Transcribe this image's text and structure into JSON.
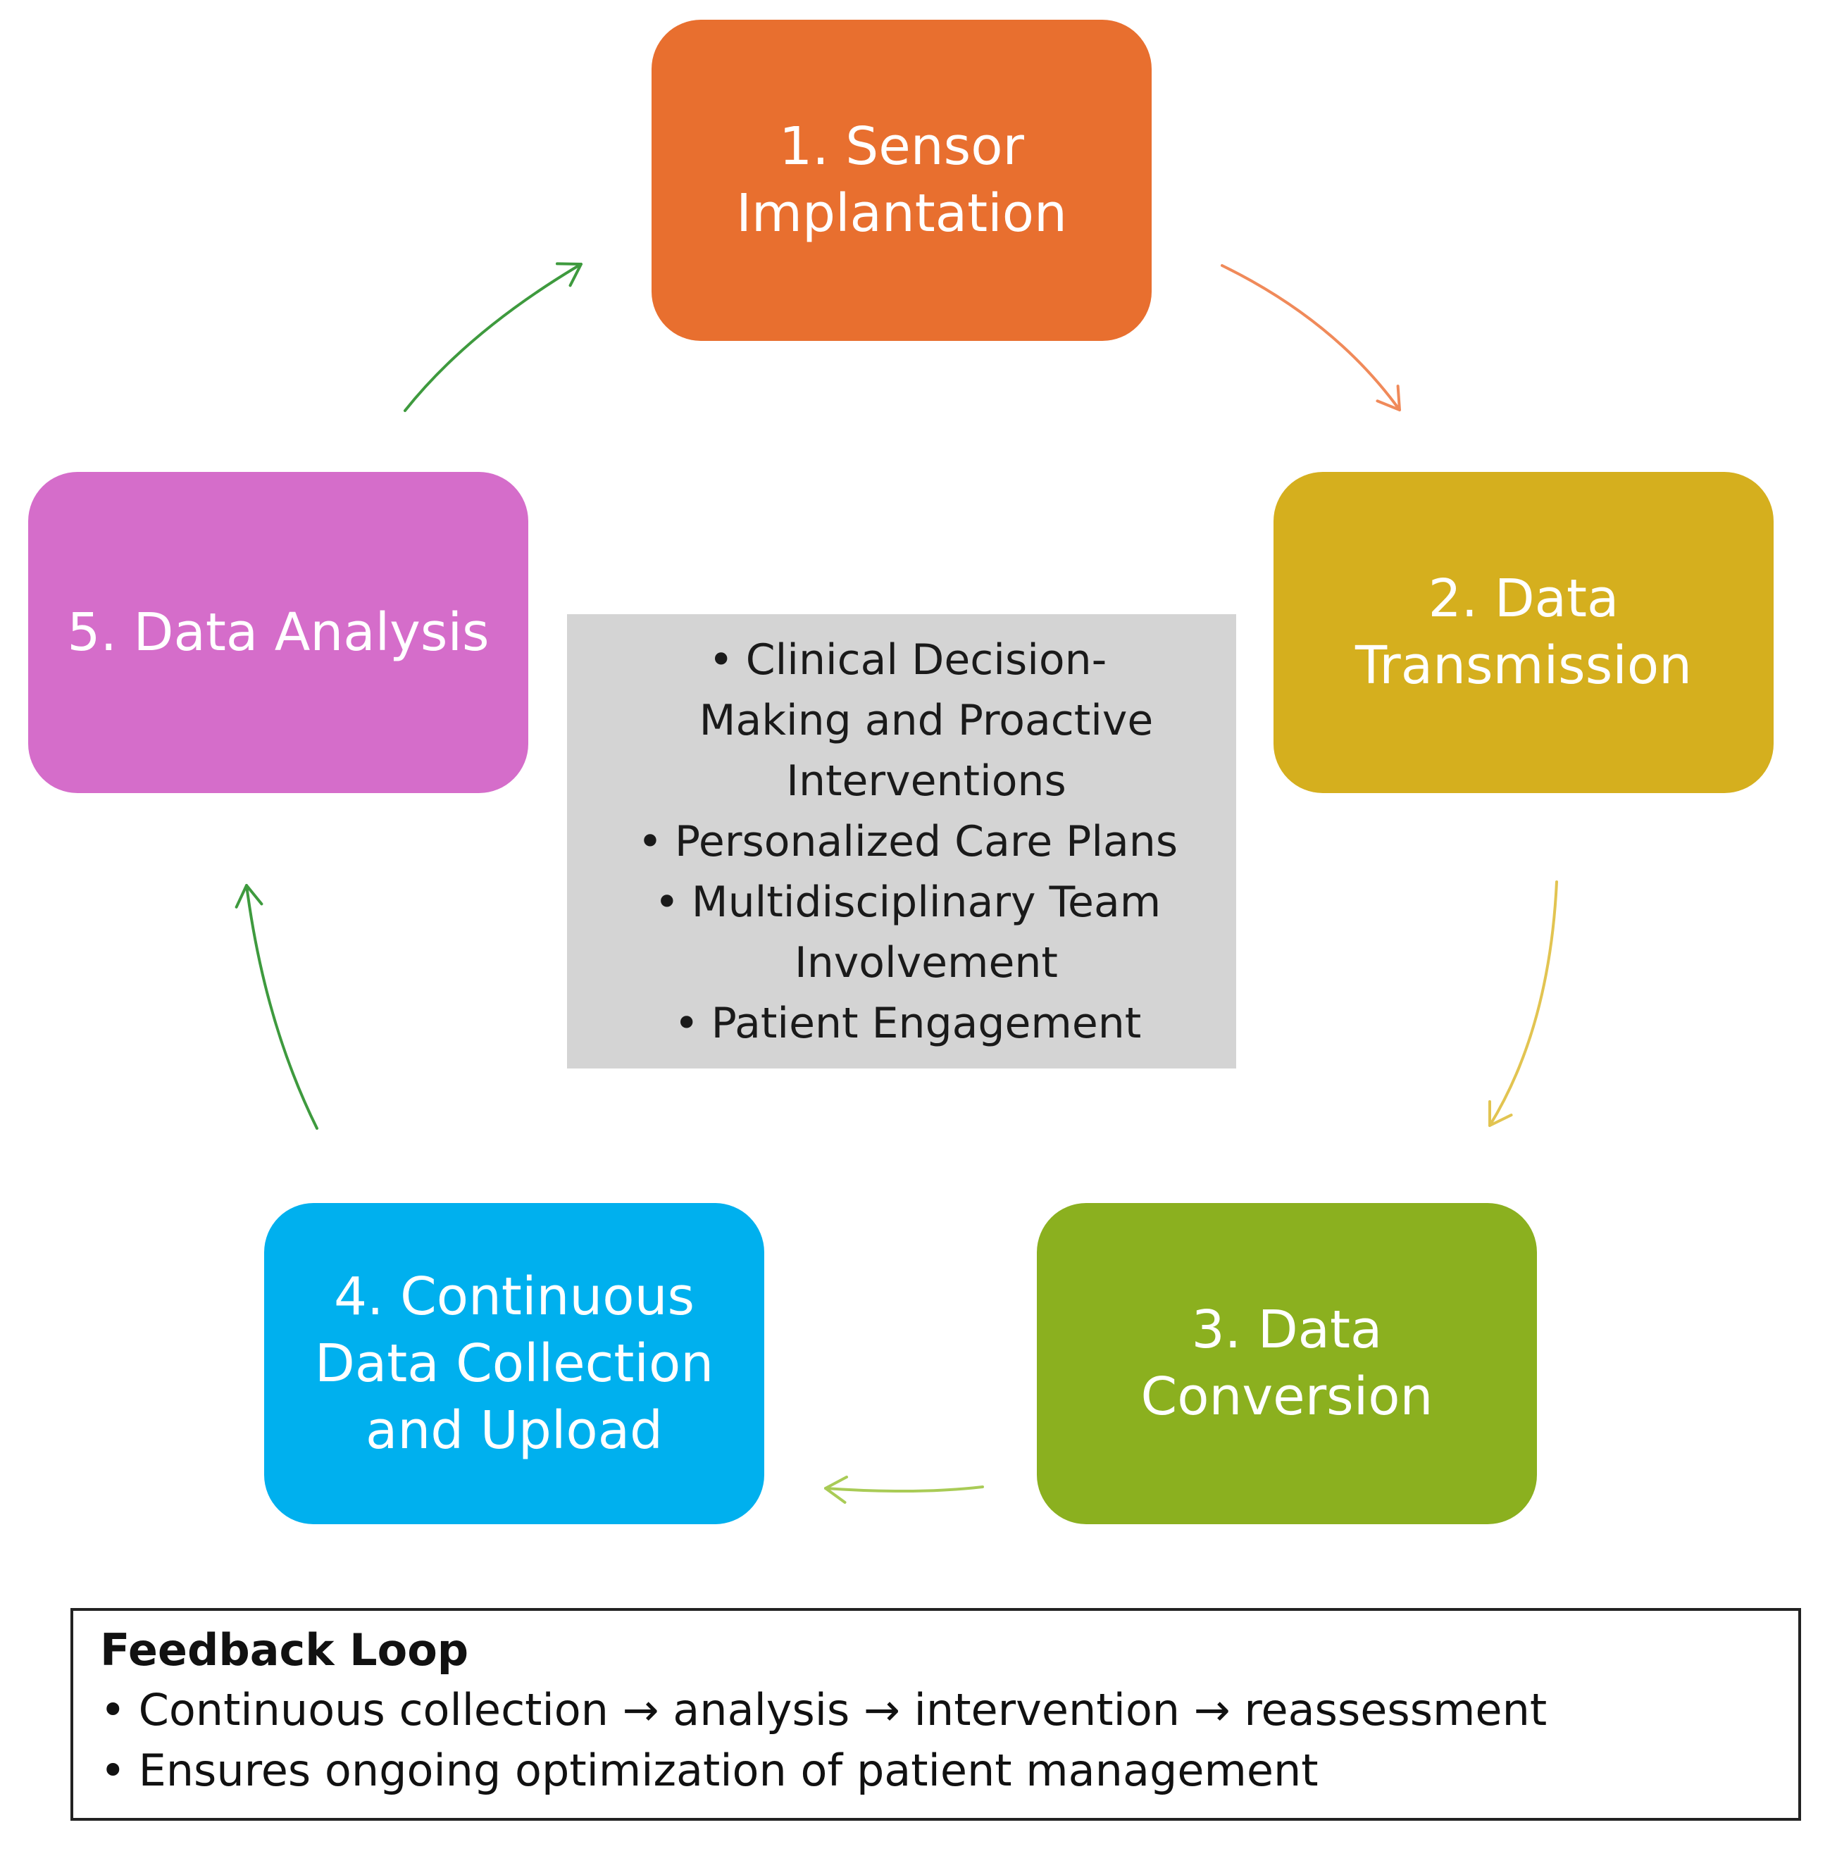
{
  "steps": [
    {
      "id": "sensor-implantation",
      "lines": [
        "1. Sensor",
        "Implantation"
      ],
      "color": "#E86F2F"
    },
    {
      "id": "data-transmission",
      "lines": [
        "2. Data",
        "Transmission"
      ],
      "color": "#D5AF1E"
    },
    {
      "id": "data-conversion",
      "lines": [
        "3. Data",
        "Conversion"
      ],
      "color": "#8BB01F"
    },
    {
      "id": "continuous-data-collection",
      "lines": [
        "4. Continuous",
        "Data Collection",
        "and Upload"
      ],
      "color": "#00B0EE"
    },
    {
      "id": "data-analysis",
      "lines": [
        "5. Data Analysis"
      ],
      "color": "#D56DCA"
    }
  ],
  "center_box": {
    "background": "#D4D4D4",
    "bullet": "•",
    "items": [
      {
        "lines": [
          "Clinical Decision-",
          "Making and Proactive",
          "Interventions"
        ]
      },
      {
        "lines": [
          "Personalized Care Plans"
        ]
      },
      {
        "lines": [
          "Multidisciplinary Team",
          "Involvement"
        ]
      },
      {
        "lines": [
          "Patient Engagement"
        ]
      }
    ]
  },
  "arrows": [
    {
      "from": "sensor-implantation",
      "to": "data-transmission",
      "color": "#F08A5A"
    },
    {
      "from": "data-transmission",
      "to": "data-conversion",
      "color": "#E2C451"
    },
    {
      "from": "data-conversion",
      "to": "continuous-data-collection",
      "color": "#A9CB56"
    },
    {
      "from": "continuous-data-collection",
      "to": "data-analysis",
      "color": "#3E9A3E"
    },
    {
      "from": "data-analysis",
      "to": "sensor-implantation",
      "color": "#3E9A3E"
    }
  ],
  "feedback": {
    "title": "Feedback Loop",
    "bullet": "•",
    "items": [
      "Continuous collection → analysis → intervention → reassessment",
      "Ensures ongoing optimization of patient management"
    ]
  }
}
